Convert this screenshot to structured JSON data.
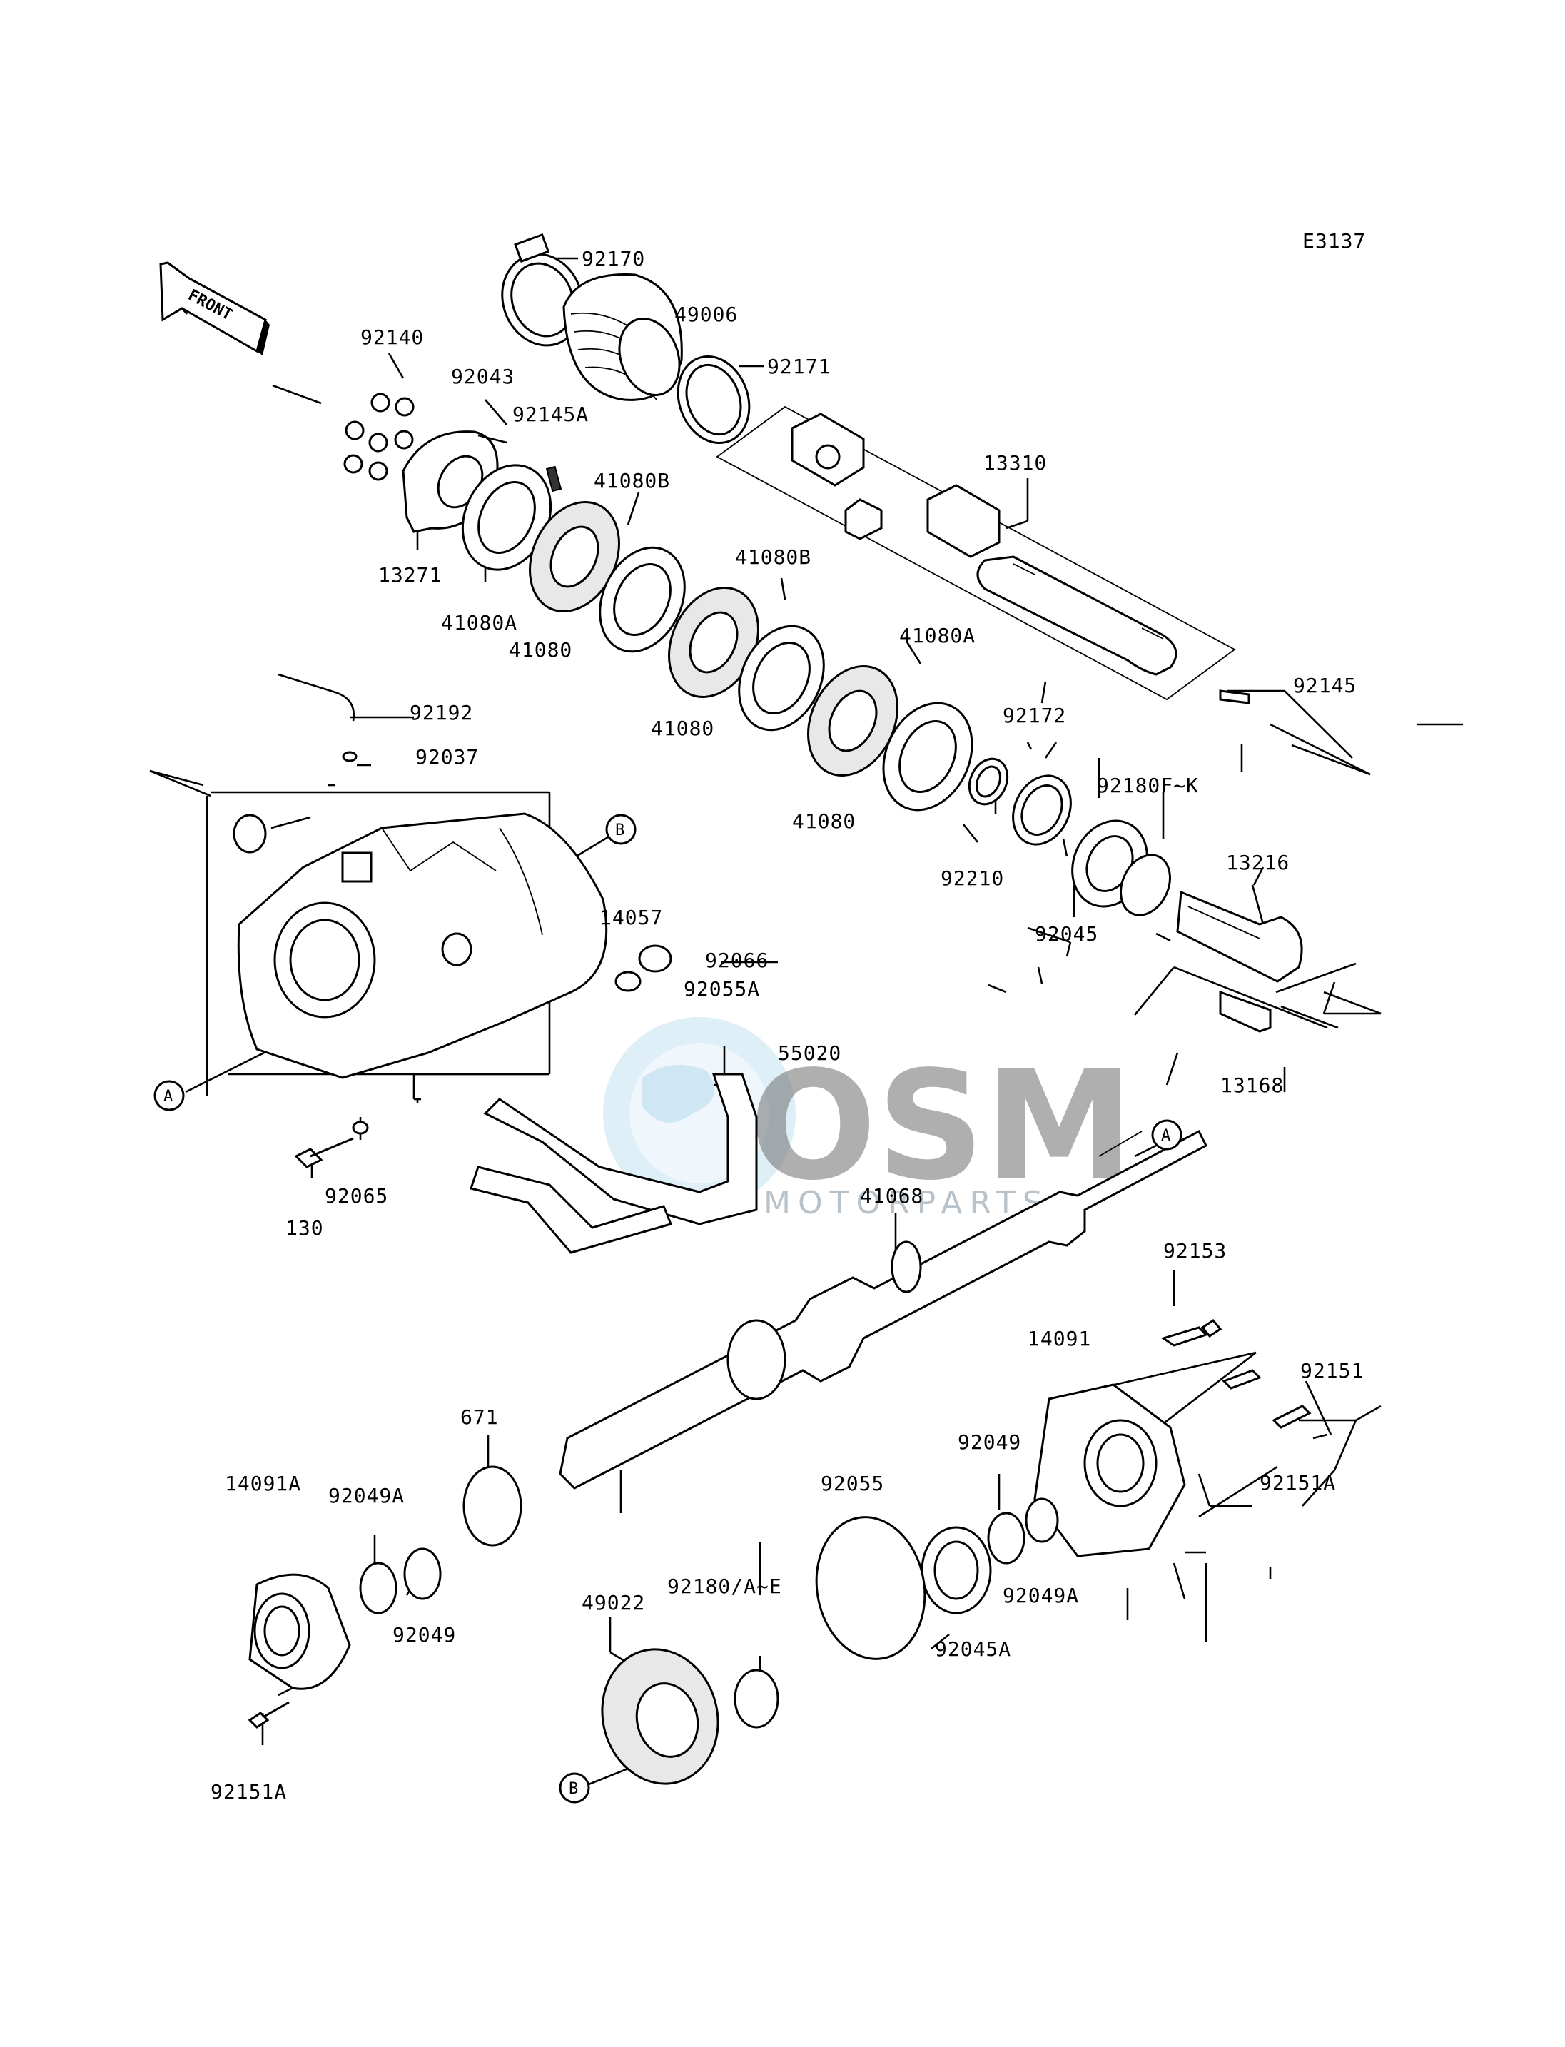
{
  "diagram_code": "E3137",
  "front_label": "FRONT",
  "watermark": {
    "brand": "OSM",
    "sub": "MOTORPARTS",
    "color": "#6fb4e0"
  },
  "callouts": {
    "a": "A",
    "b": "B"
  },
  "labels": {
    "p92170": "92170",
    "p49006": "49006",
    "p92171": "92171",
    "p92140": "92140",
    "p92043": "92043",
    "p92145A": "92145A",
    "p41080B_1": "41080B",
    "p13310": "13310",
    "p13271": "13271",
    "p41080A_1": "41080A",
    "p41080_1": "41080",
    "p41080B_2": "41080B",
    "p92145": "92145",
    "p41080_2": "41080",
    "p41080A_2": "41080A",
    "p92172": "92172",
    "p92192": "92192",
    "p92037": "92037",
    "p92180FK": "92180F~K",
    "p41080_3": "41080",
    "p13216": "13216",
    "p92210": "92210",
    "p14057": "14057",
    "p92045": "92045",
    "p92066": "92066",
    "p92055A": "92055A",
    "p55020": "55020",
    "p13168": "13168",
    "p92065": "92065",
    "p130": "130",
    "p41068": "41068",
    "p92153": "92153",
    "p14091": "14091",
    "p92151": "92151",
    "p671": "671",
    "p92049_r": "92049",
    "p92151A_r": "92151A",
    "p14091A": "14091A",
    "p92049A_l": "92049A",
    "p92055": "92055",
    "p92049A_r": "92049A",
    "p92049_l": "92049",
    "p92180AE": "92180/A~E",
    "p49022": "49022",
    "p92045A": "92045A",
    "p92151A_l": "92151A"
  }
}
